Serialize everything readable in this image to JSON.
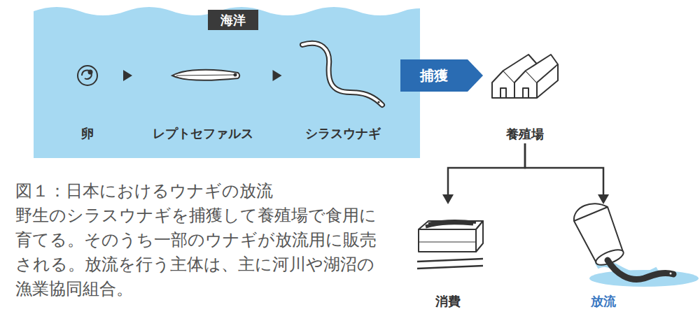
{
  "diagram": {
    "title": "図１：日本におけるウナギの放流",
    "caption": "野生のシラスウナギを捕獲して養殖場で食用に育てる。そのうち一部のウナギが放流用に販売される。放流を行う主体は、主に河川や湖沼の漁業協同組合。",
    "nodes": [
      {
        "text": [
          "海洋"
        ]
      },
      {
        "text": [
          "卵"
        ],
        "in": 0
      },
      {
        "text": [
          "レプトセファルス"
        ],
        "in": 0
      },
      {
        "text": [
          "シラスウナギ"
        ],
        "in": 0
      },
      {
        "text": [
          "養殖場"
        ]
      },
      {
        "text": [
          "消費"
        ]
      },
      {
        "text": [
          "放流"
        ]
      }
    ],
    "edges": [
      {
        "from": 1,
        "to": 2,
        "arrow": "to"
      },
      {
        "from": 2,
        "to": 3,
        "arrow": "to"
      },
      {
        "from": 0,
        "to": 4,
        "label": "捕獲",
        "arrow": "to"
      },
      {
        "from": 4,
        "to": 5,
        "arrow": "to"
      },
      {
        "from": 4,
        "to": 6,
        "arrow": "to"
      }
    ]
  }
}
